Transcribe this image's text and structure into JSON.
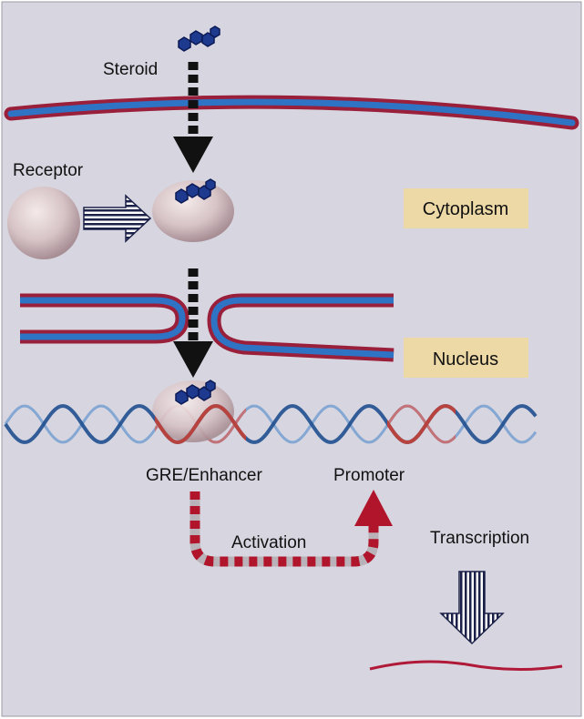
{
  "labels": {
    "steroid": "Steroid",
    "receptor": "Receptor",
    "cytoplasm": "Cytoplasm",
    "nucleus": "Nucleus",
    "gre_enhancer": "GRE/Enhancer",
    "promoter": "Promoter",
    "activation": "Activation",
    "transcription": "Transcription"
  },
  "colors": {
    "background": "#d7d6e0",
    "membrane_outer": "#9a1f3a",
    "membrane_inner": "#2f73c4",
    "compartment_box": "#ecd9a6",
    "steroid_molecule": "#1e3a8f",
    "receptor": "#d6c3c6",
    "dna_blue": "#3f82c8",
    "dna_red": "#d8605a",
    "activation_red": "#b0152c",
    "mrna": "#b01a38"
  }
}
